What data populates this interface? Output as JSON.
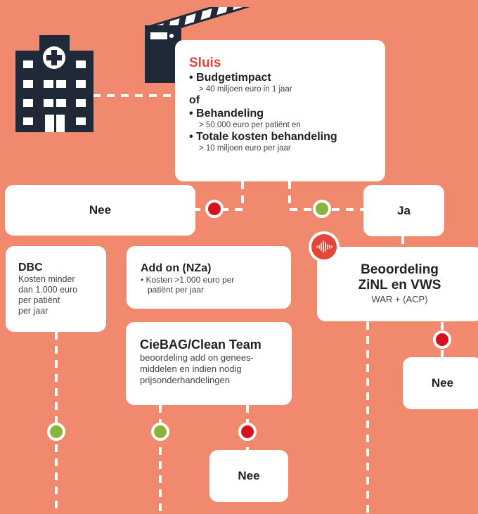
{
  "sluis": {
    "title": "Sluis",
    "item1_title": "• Budgetimpact",
    "item1_sub": "> 40 miljoen euro in 1 jaar",
    "or_label": "of",
    "item2_title": "• Behandeling",
    "item2_sub": "> 50.000 euro per patiënt en",
    "item3_title": "• Totale kosten behandeling",
    "item3_sub": "> 10 miljoen euro per jaar"
  },
  "nee_left": {
    "label": "Nee"
  },
  "ja": {
    "label": "Ja"
  },
  "dbc": {
    "title": "DBC",
    "desc_lines": [
      "Kosten minder",
      "dan 1.000 euro",
      "per patiënt",
      "per jaar"
    ]
  },
  "addon": {
    "title": "Add on (NZa)",
    "desc_lines": [
      "• Kosten >1.000 euro per",
      "patiënt per jaar"
    ]
  },
  "ciebag": {
    "title": "CieBAG/Clean Team",
    "desc_lines": [
      "beoordeling add on genees-",
      "middelen en indien nodig",
      "prijsonderhandelingen"
    ]
  },
  "beoordeling": {
    "title_lines": [
      "Beoordeling",
      "ZiNL en VWS"
    ],
    "desc": "WAR + (ACP)"
  },
  "nee_right": {
    "label": "Nee"
  },
  "nee_bottom": {
    "label": "Nee"
  },
  "colors": {
    "background": "#f0896e",
    "box": "#ffffff",
    "dark": "#1f2937",
    "red_dot": "#d7101f",
    "green_dot": "#8cb43c",
    "accent_red": "#e6453a"
  },
  "icons": [
    "hospital-icon",
    "barrier-gate-icon",
    "audio-waveform-icon"
  ]
}
